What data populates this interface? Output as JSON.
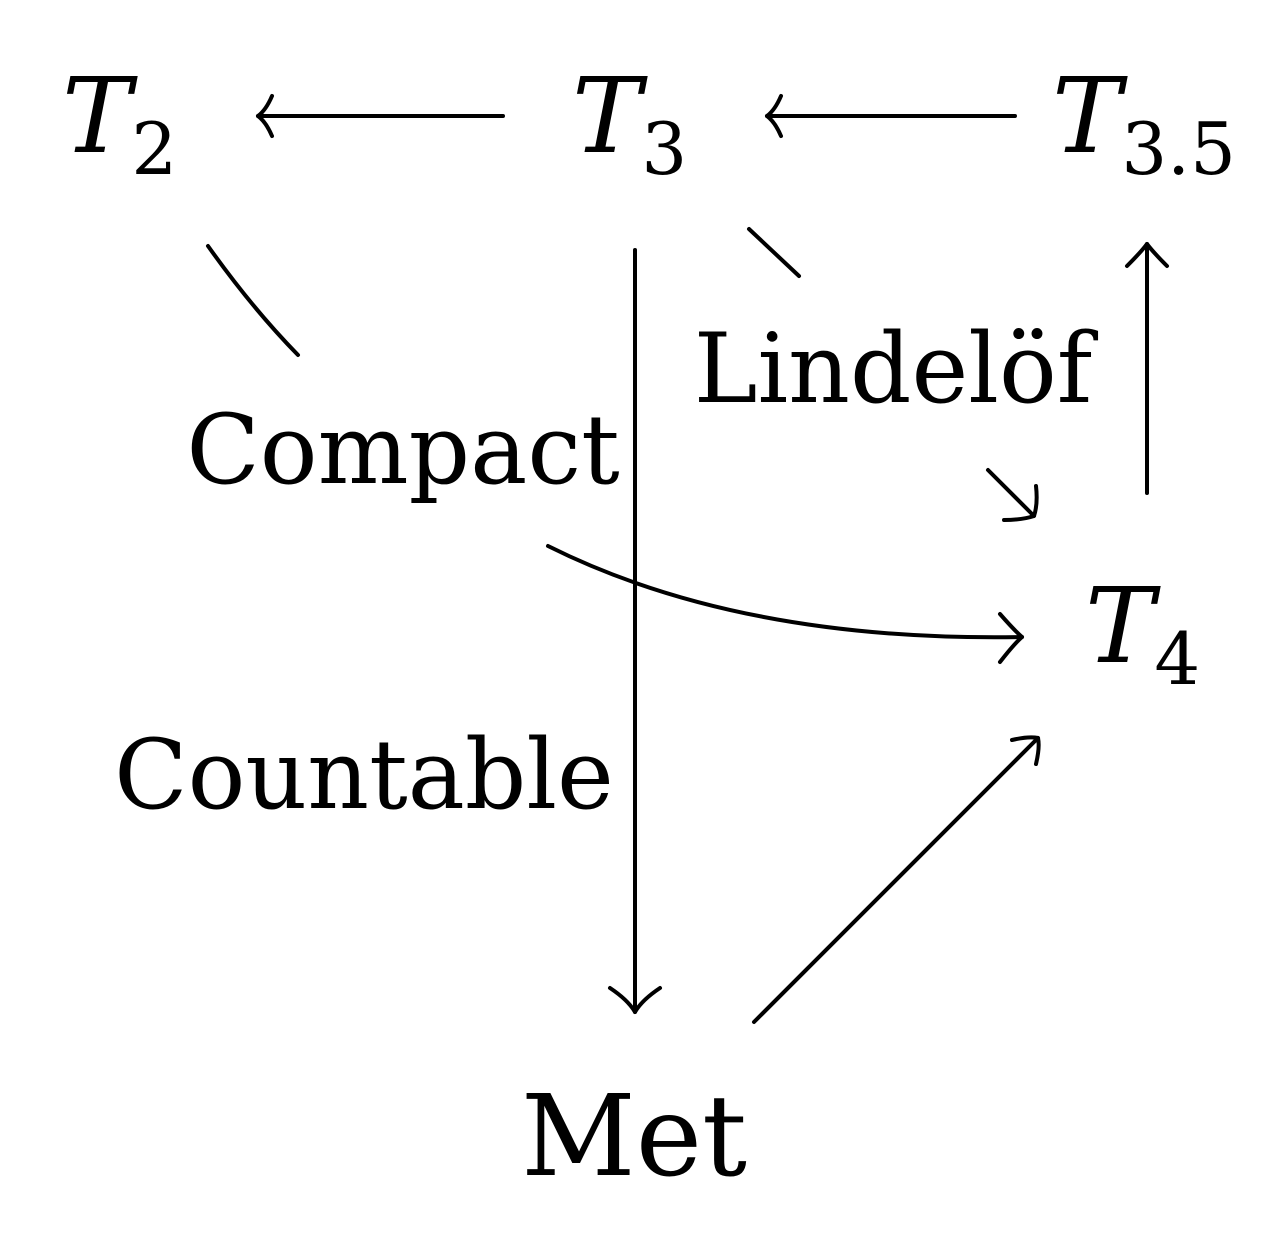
{
  "nodes": {
    "t2": {
      "base": "T",
      "sub": "2"
    },
    "t3": {
      "base": "T",
      "sub": "3"
    },
    "t35": {
      "base": "T",
      "sub": "3.5"
    },
    "t4": {
      "base": "T",
      "sub": "4"
    },
    "met": {
      "label": "Met"
    }
  },
  "edge_labels": {
    "compact": "Compact",
    "lindelof": "Lindelöf",
    "countable": "Countable"
  },
  "colors": {
    "ink": "#000000",
    "background": "#ffffff"
  }
}
